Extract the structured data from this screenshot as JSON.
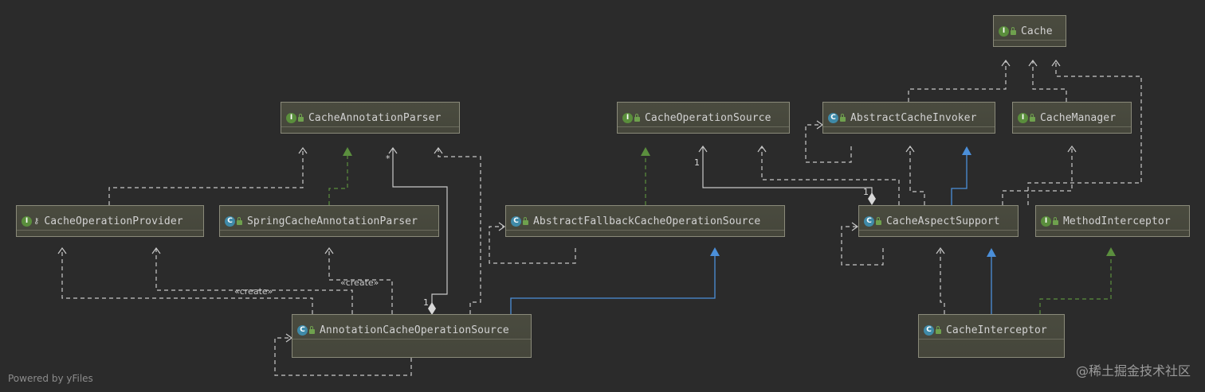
{
  "nodes": {
    "cache": {
      "kind": "I",
      "label": "Cache"
    },
    "cache_annotation_parser": {
      "kind": "I",
      "label": "CacheAnnotationParser"
    },
    "cache_operation_source": {
      "kind": "I",
      "label": "CacheOperationSource"
    },
    "abstract_cache_invoker": {
      "kind": "C",
      "label": "AbstractCacheInvoker"
    },
    "cache_manager": {
      "kind": "I",
      "label": "CacheManager"
    },
    "cache_operation_provider": {
      "kind": "I",
      "label": "CacheOperationProvider"
    },
    "spring_cache_annotation_parser": {
      "kind": "C",
      "label": "SpringCacheAnnotationParser"
    },
    "abstract_fallback_cache_operation_source": {
      "kind": "C",
      "label": "AbstractFallbackCacheOperationSource"
    },
    "cache_aspect_support": {
      "kind": "C",
      "label": "CacheAspectSupport"
    },
    "method_interceptor": {
      "kind": "I",
      "label": "MethodInterceptor"
    },
    "annotation_cache_operation_source": {
      "kind": "C",
      "label": "AnnotationCacheOperationSource"
    },
    "cache_interceptor": {
      "kind": "C",
      "label": "CacheInterceptor"
    }
  },
  "edge_labels": {
    "create_left": "«create»",
    "create_mid": "«create»",
    "mult_star": "*",
    "mult_one_a": "1",
    "mult_one_b": "1",
    "mult_one_c": "1"
  },
  "colors": {
    "dependency": "#c8c8c8",
    "realization": "#5b8f3e",
    "inheritance": "#4b8fd9",
    "association": "#c8c8c8"
  },
  "footer": "Powered by yFiles",
  "watermark": "@稀土掘金技术社区"
}
